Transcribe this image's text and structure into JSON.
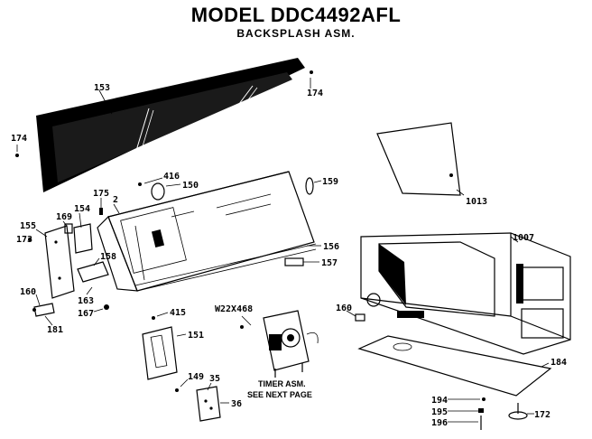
{
  "header": {
    "title": "MODEL DDC4492AFL",
    "subtitle": "BACKSPLASH ASM."
  },
  "parts": {
    "p153": "153",
    "p174a": "174",
    "p174b": "174",
    "p416": "416",
    "p150": "150",
    "p159": "159",
    "p175": "175",
    "p2": "2",
    "p155": "155",
    "p169": "169",
    "p154": "154",
    "p173": "173",
    "p158": "158",
    "p156": "156",
    "p157": "157",
    "p160a": "160",
    "p163": "163",
    "p167": "167",
    "p181": "181",
    "p415": "415",
    "p151": "151",
    "w22x468": "W22X468",
    "p149": "149",
    "p35": "35",
    "p36": "36",
    "p1013": "1013",
    "p1007": "1007",
    "p160b": "160",
    "p184": "184",
    "p194": "194",
    "p195": "195",
    "p196": "196",
    "p172": "172"
  },
  "notes": {
    "timer_line1": "TIMER ASM.",
    "timer_line2": "SEE NEXT PAGE"
  }
}
